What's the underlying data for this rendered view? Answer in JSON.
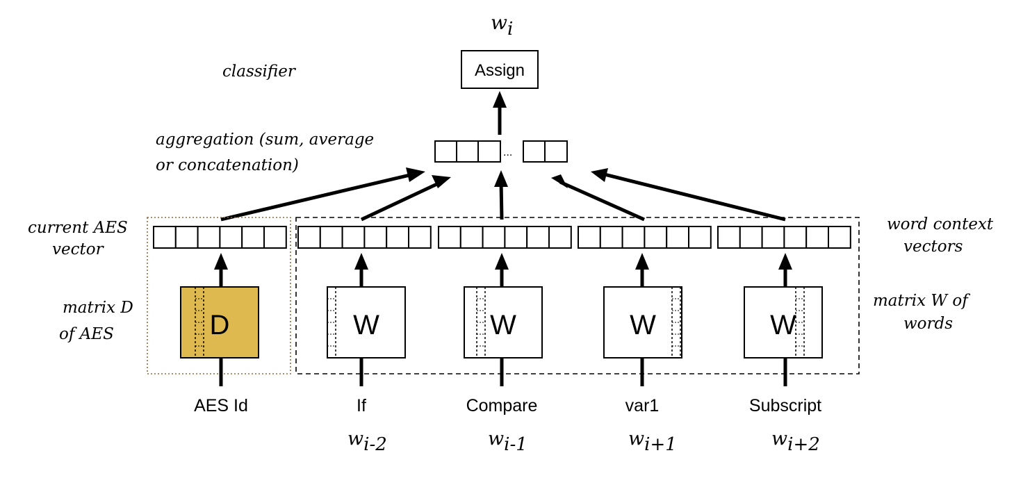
{
  "output": {
    "word_base": "w",
    "word_sub": "i",
    "classifier_box": "Assign",
    "classifier_label": "classifier"
  },
  "aggregation": {
    "label_line1": "aggregation (sum, average",
    "label_line2": "or concatenation)",
    "ellipsis": "..."
  },
  "left_labels": {
    "aes_vector_line1": "current AES",
    "aes_vector_line2": "vector",
    "matrix_d_line1": "matrix D",
    "matrix_d_line2": "of AES"
  },
  "right_labels": {
    "context_line1": "word context",
    "context_line2": "vectors",
    "matrix_w_line1": "matrix W of",
    "matrix_w_line2": "words"
  },
  "columns": [
    {
      "matrix": "D",
      "input": "AES Id",
      "word_base": "",
      "word_sub": ""
    },
    {
      "matrix": "W",
      "input": "If",
      "word_base": "w",
      "word_sub": "i-2"
    },
    {
      "matrix": "W",
      "input": "Compare",
      "word_base": "w",
      "word_sub": "i-1"
    },
    {
      "matrix": "W",
      "input": "var1",
      "word_base": "w",
      "word_sub": "i+1"
    },
    {
      "matrix": "W",
      "input": "Subscript",
      "word_base": "w",
      "word_sub": "i+2"
    }
  ],
  "colors": {
    "matrix_d_fill": "#DDB94F",
    "stroke": "#000000",
    "dotted_border": "#8B6B3A"
  }
}
